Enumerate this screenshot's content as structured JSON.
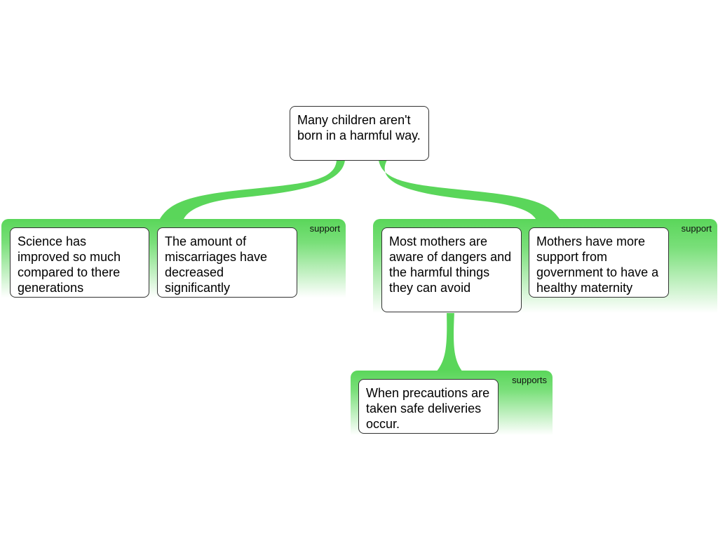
{
  "root": {
    "text": "Many children aren't born in a harmful way."
  },
  "groups": [
    {
      "label": "support",
      "items": [
        {
          "text": "Science has improved so much compared to there generations"
        },
        {
          "text": "The amount of miscarriages have decreased significantly"
        }
      ]
    },
    {
      "label": "support",
      "items": [
        {
          "text": "Most mothers are aware of dangers and the harmful things they can avoid"
        },
        {
          "text": "Mothers have more support from government to have a healthy maternity"
        }
      ]
    },
    {
      "label": "supports",
      "items": [
        {
          "text": "When precautions are taken safe deliveries occur."
        }
      ]
    }
  ],
  "colors": {
    "connector": "#5ad65a",
    "node_border": "#333333",
    "panel": "#5ad65a"
  }
}
